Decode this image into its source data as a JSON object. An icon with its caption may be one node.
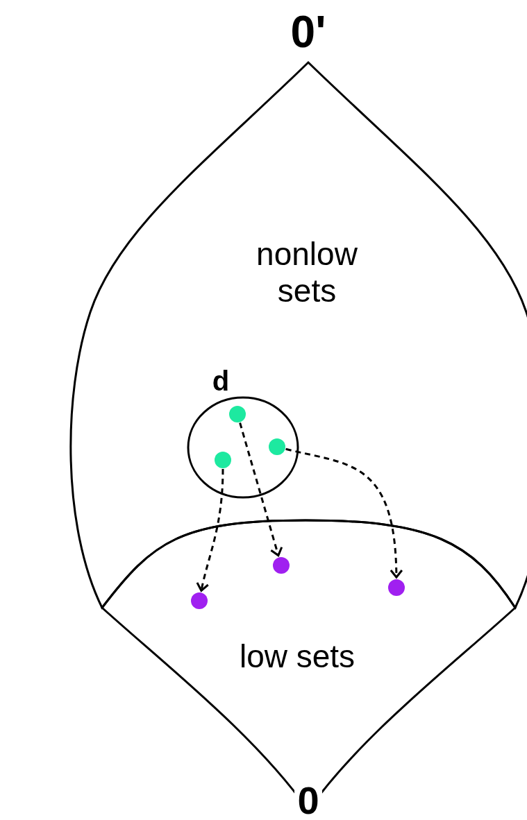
{
  "diagram": {
    "nodes": [
      {
        "text": [
          "nonlow sets"
        ]
      },
      {
        "text": [
          "low sets"
        ]
      },
      {
        "text": [
          "d"
        ],
        "in": 0
      },
      {
        "text": [],
        "shape": "circle",
        "in": 2
      },
      {
        "text": [],
        "shape": "circle",
        "in": 2
      },
      {
        "text": [],
        "shape": "circle",
        "in": 2
      },
      {
        "text": [],
        "shape": "circle",
        "in": 1
      },
      {
        "text": [],
        "shape": "circle",
        "in": 1
      },
      {
        "text": [],
        "shape": "circle",
        "in": 1
      }
    ],
    "edges": [
      {
        "from": 3,
        "to": 6,
        "arrow": "to",
        "style": "dashed"
      },
      {
        "from": 4,
        "to": 7,
        "arrow": "to",
        "style": "dashed"
      },
      {
        "from": 5,
        "to": 8,
        "arrow": "to",
        "style": "dashed"
      }
    ],
    "labels": [
      "0'",
      "0"
    ]
  }
}
